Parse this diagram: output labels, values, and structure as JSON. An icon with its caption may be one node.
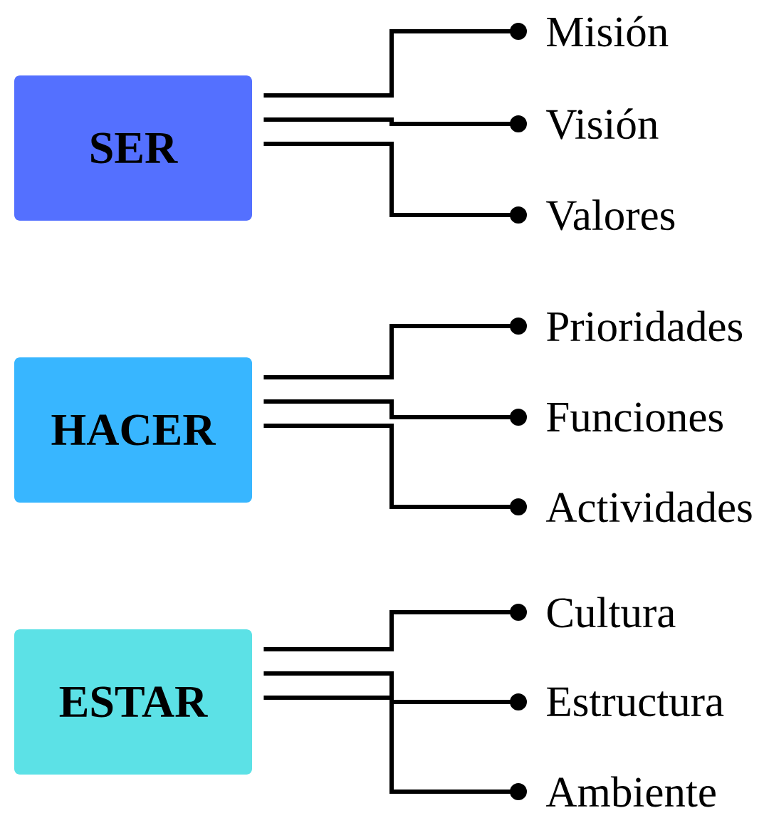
{
  "diagram": {
    "nodes": [
      {
        "text": [
          "SER"
        ]
      },
      {
        "text": [
          "Misión"
        ]
      },
      {
        "text": [
          "Visión"
        ]
      },
      {
        "text": [
          "Valores"
        ]
      },
      {
        "text": [
          "HACER"
        ]
      },
      {
        "text": [
          "Prioridades"
        ]
      },
      {
        "text": [
          "Funciones"
        ]
      },
      {
        "text": [
          "Actividades"
        ]
      },
      {
        "text": [
          "ESTAR"
        ]
      },
      {
        "text": [
          "Cultura"
        ]
      },
      {
        "text": [
          "Estructura"
        ]
      },
      {
        "text": [
          "Ambiente"
        ]
      }
    ],
    "edges": [
      {
        "from": 0,
        "to": 1,
        "arrow": "other"
      },
      {
        "from": 0,
        "to": 2,
        "arrow": "other"
      },
      {
        "from": 0,
        "to": 3,
        "arrow": "other"
      },
      {
        "from": 4,
        "to": 5,
        "arrow": "other"
      },
      {
        "from": 4,
        "to": 6,
        "arrow": "other"
      },
      {
        "from": 4,
        "to": 7,
        "arrow": "other"
      },
      {
        "from": 8,
        "to": 9,
        "arrow": "other"
      },
      {
        "from": 8,
        "to": 10,
        "arrow": "other"
      },
      {
        "from": 8,
        "to": 11,
        "arrow": "other"
      }
    ]
  }
}
